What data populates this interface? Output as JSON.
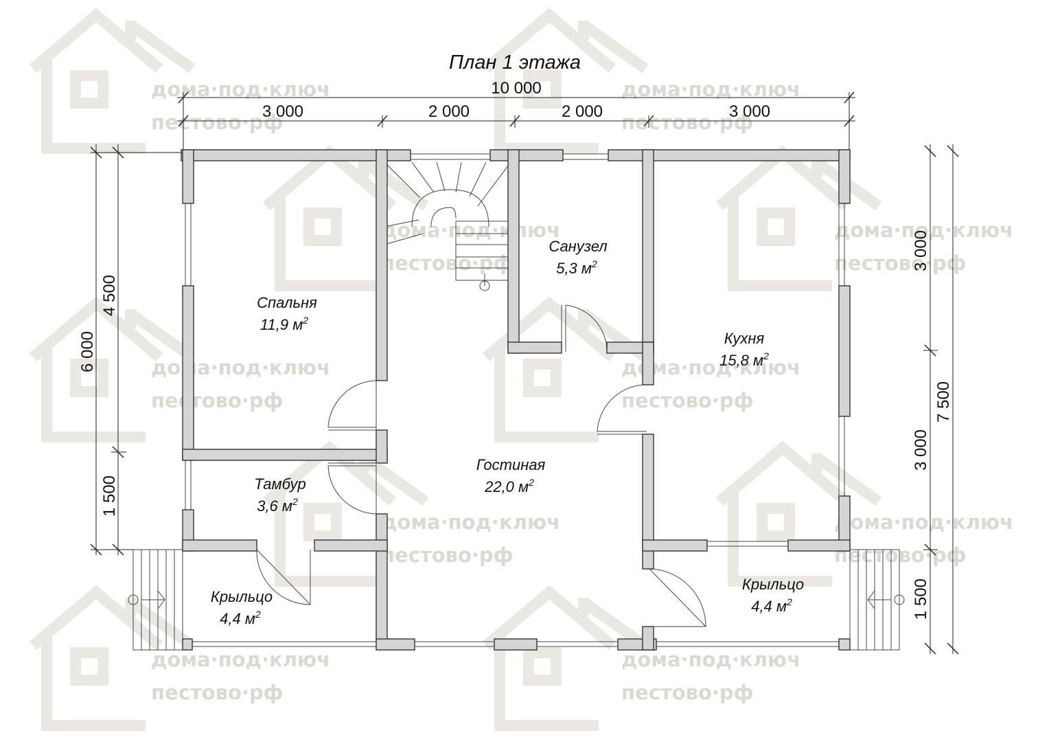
{
  "title": "План 1 этажа",
  "watermark": {
    "line1": "дома·под·ключ",
    "line2": "пестово·рф"
  },
  "dimensions": {
    "top_total": "10 000",
    "top_segments": [
      "3 000",
      "2 000",
      "2 000",
      "3 000"
    ],
    "left_total": "6 000",
    "left_segments": [
      "4 500",
      "1 500"
    ],
    "right_total": "7 500",
    "right_segments": [
      "3 000",
      "3 000",
      "1 500"
    ]
  },
  "rooms": [
    {
      "name": "Спальня",
      "area": "11,9 м",
      "unit_sup": "2"
    },
    {
      "name": "Санузел",
      "area": "5,3 м",
      "unit_sup": "2"
    },
    {
      "name": "Кухня",
      "area": "15,8 м",
      "unit_sup": "2"
    },
    {
      "name": "Гостиная",
      "area": "22,0 м",
      "unit_sup": "2"
    },
    {
      "name": "Тамбур",
      "area": "3,6 м",
      "unit_sup": "2"
    },
    {
      "name": "Крыльцо",
      "area": "4,4 м",
      "unit_sup": "2"
    },
    {
      "name": "Крыльцо",
      "area": "4,4 м",
      "unit_sup": "2"
    }
  ]
}
